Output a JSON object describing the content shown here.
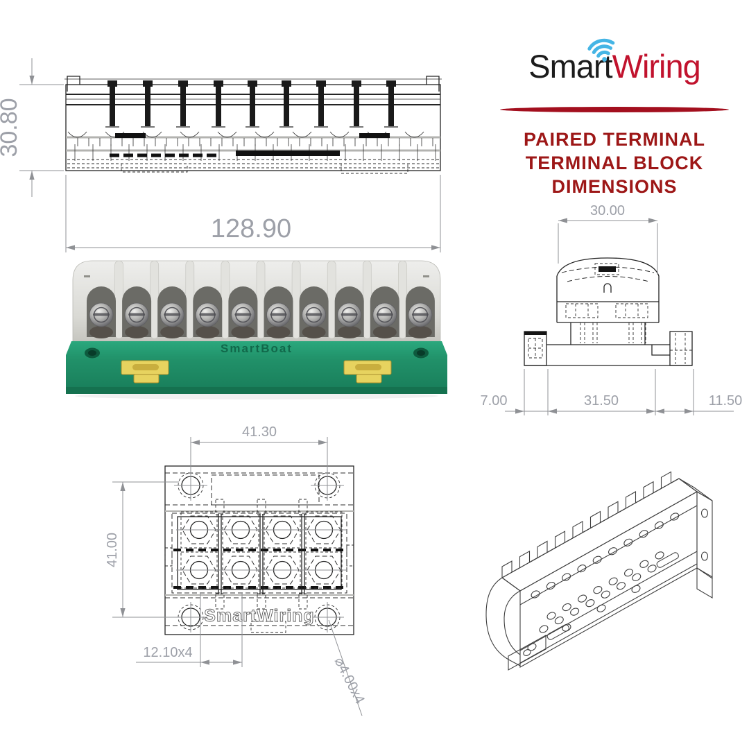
{
  "brand": {
    "logo_text_black": "Smart",
    "logo_text_red": "Wiring",
    "logo_color_black": "#1c1c1c",
    "logo_color_red": "#c1122d",
    "wifi_icon_color": "#45b5e5",
    "swoosh_color": "#a30f1e"
  },
  "heading": {
    "line1": "PAIRED TERMINAL",
    "line2": "TERMINAL BLOCK",
    "line3": "DIMENSIONS",
    "color": "#9d1717"
  },
  "views": {
    "front": {
      "height_dim": "30.80",
      "width_dim": "128.90"
    },
    "side": {
      "width_dim": "30.00",
      "dim_left": "7.00",
      "dim_center": "31.50",
      "dim_right": "11.50"
    },
    "top": {
      "width_dim": "41.30",
      "height_dim": "41.00",
      "pitch_dim": "12.10x4",
      "hole_dim": "⌀4.00x4",
      "embossed_text": "SmartWiring"
    },
    "render": {
      "embossed_text": "SmartBoat",
      "terminal_count": 10,
      "base_color": "#1f8f68",
      "top_color": "#d9d9d4",
      "clip_color": "#e7d35f"
    }
  },
  "dimension_style": {
    "text_color": "#9da0a8",
    "line_color": "#8f9195",
    "drawing_line_color": "#242424"
  }
}
